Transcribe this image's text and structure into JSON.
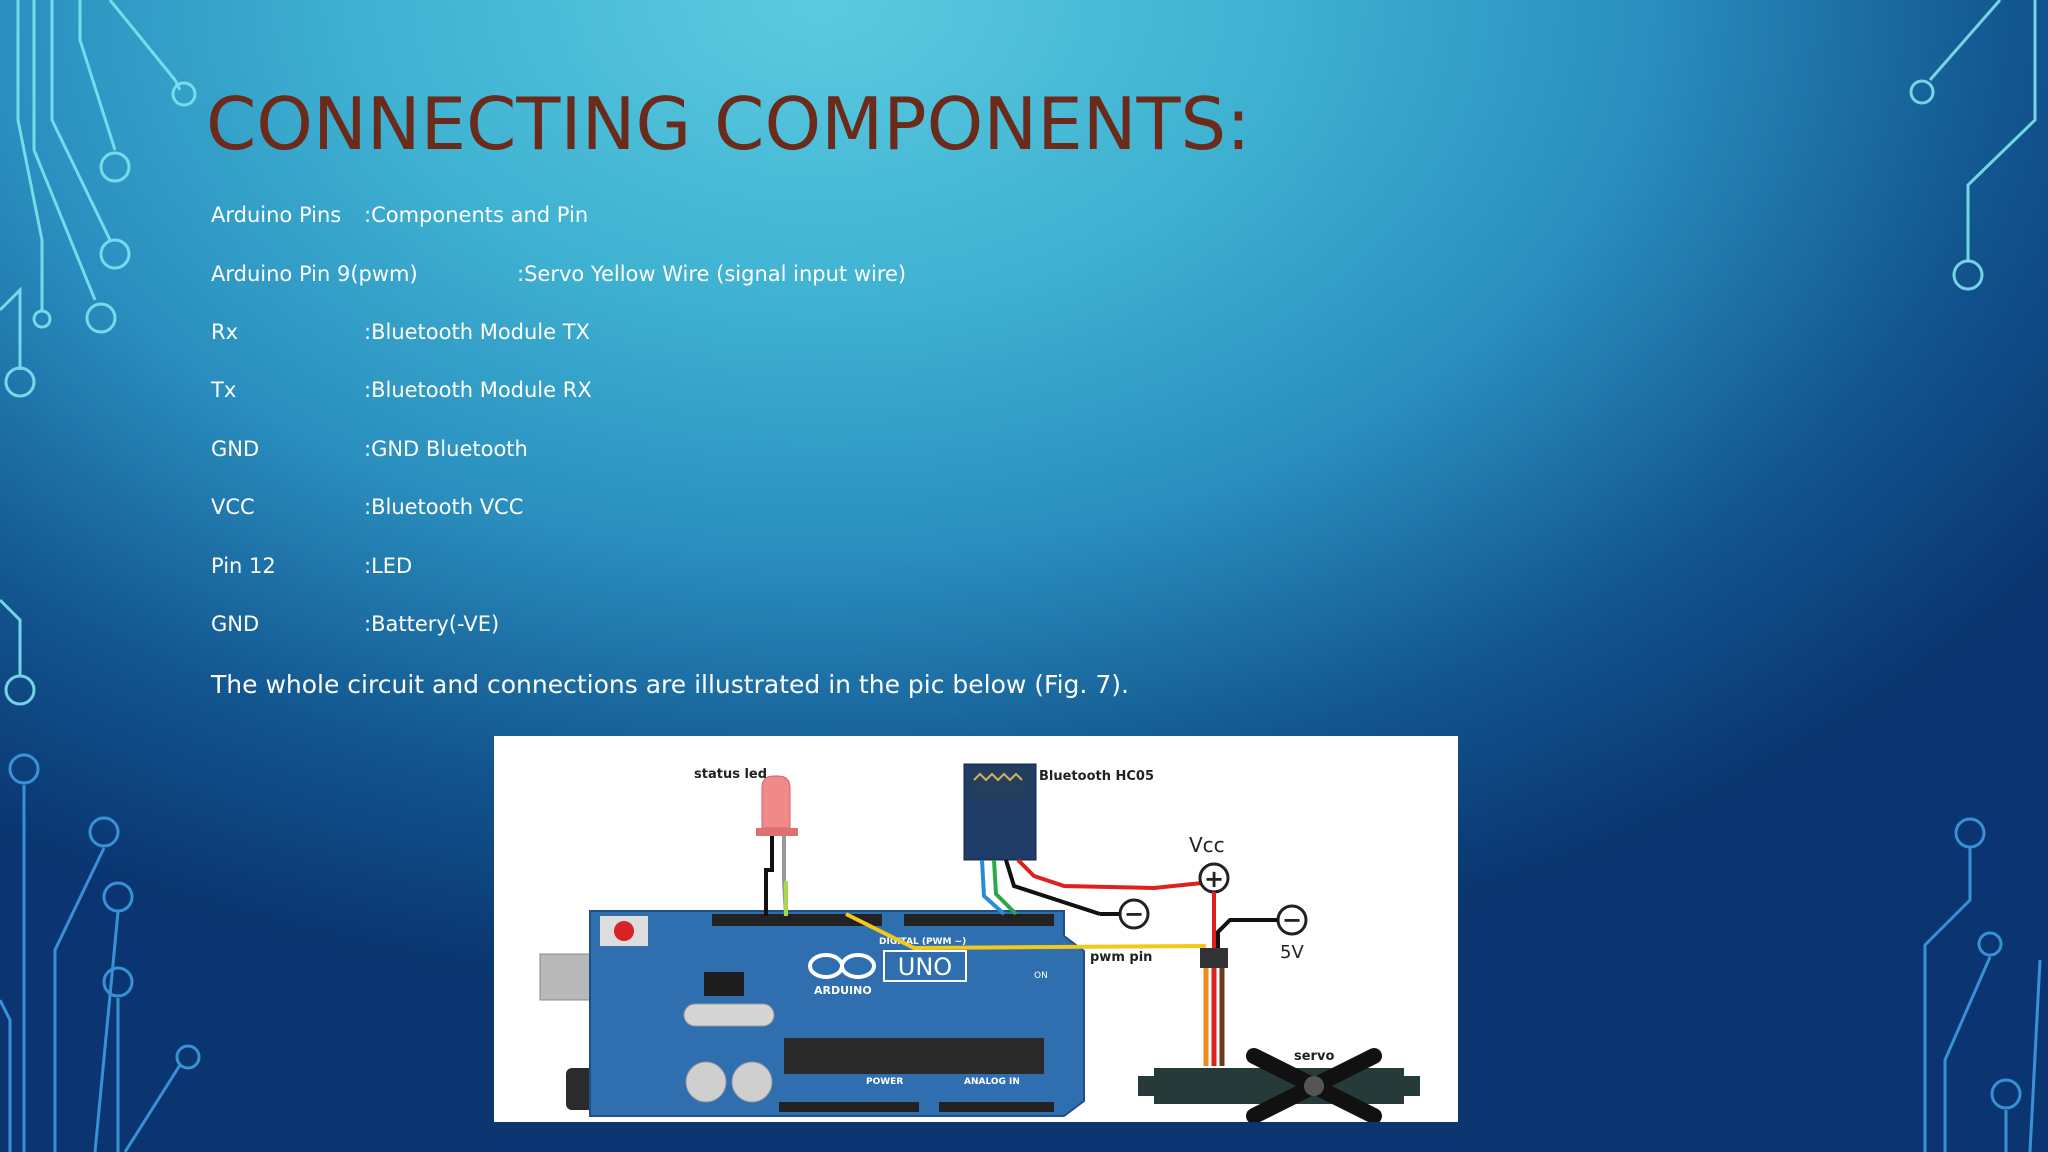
{
  "slide": {
    "title": "CONNECTING COMPONENTS:",
    "rows": [
      {
        "pin": "Arduino Pins",
        "component": ":Components and Pin"
      },
      {
        "pin": "Arduino Pin 9(pwm)",
        "component": ":Servo Yellow Wire (signal input wire)"
      },
      {
        "pin": "Rx",
        "component": ":Bluetooth Module TX"
      },
      {
        "pin": "Tx",
        "component": ":Bluetooth Module RX"
      },
      {
        "pin": "GND",
        "component": ":GND Bluetooth"
      },
      {
        "pin": "VCC",
        "component": ":Bluetooth VCC"
      },
      {
        "pin": "Pin 12",
        "component": ":LED"
      },
      {
        "pin": "GND",
        "component": ":Battery(-VE)"
      }
    ],
    "summary": "The whole circuit and connections are illustrated in the pic below (Fig. 7)."
  },
  "figure": {
    "labels": {
      "status_led": "status led",
      "bluetooth": "Bluetooth HC05",
      "vcc": "Vcc",
      "plus": "+",
      "minus": "−",
      "five_v": "5V",
      "pwm_pin": "pwm pin",
      "servo": "servo",
      "uno": "UNO",
      "arduino": "ARDUINO",
      "digital": "DIGITAL (PWM ~)",
      "power": "POWER",
      "analog": "ANALOG IN",
      "on": "ON"
    }
  },
  "colors": {
    "title": "#6b2a1a",
    "board": "#2f6fb0",
    "wire_red": "#e0201c",
    "wire_yellow": "#f2c81a",
    "wire_black": "#111111"
  }
}
